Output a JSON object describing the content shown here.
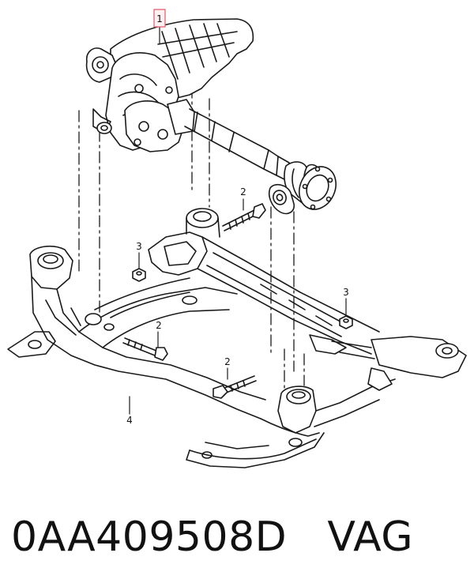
{
  "callouts": {
    "c1": "1",
    "c2a": "2",
    "c2b": "2",
    "c2c": "2",
    "c3a": "3",
    "c3b": "3",
    "c4": "4"
  },
  "caption": {
    "part_number": "0AA409508D",
    "brand": "VAG"
  },
  "colors": {
    "line": "#1a1a1a",
    "highlight": "#e05a6a"
  }
}
